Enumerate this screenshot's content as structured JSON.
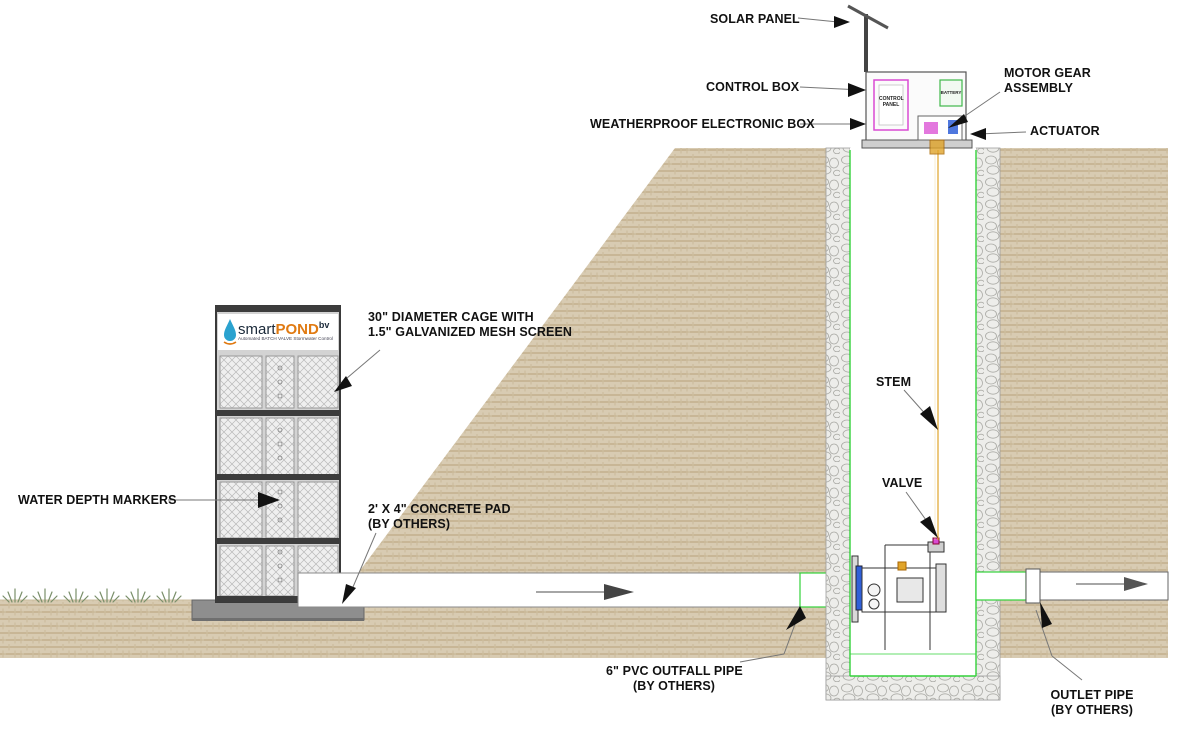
{
  "labels": {
    "solar_panel": "SOLAR PANEL",
    "control_box": "CONTROL BOX",
    "weatherproof_box": "WEATHERPROOF ELECTRONIC BOX",
    "motor_gear": [
      "MOTOR GEAR",
      "ASSEMBLY"
    ],
    "actuator": "ACTUATOR",
    "cage": [
      "30\" DIAMETER CAGE WITH",
      "1.5\" GALVANIZED MESH SCREEN"
    ],
    "stem": "STEM",
    "valve": "VALVE",
    "water_depth": "WATER DEPTH MARKERS",
    "concrete_pad": [
      "2' X 4\" CONCRETE PAD",
      "(BY OTHERS)"
    ],
    "pvc_pipe": [
      "6\" PVC OUTFALL PIPE",
      "(BY OTHERS)"
    ],
    "outlet_pipe": [
      "OUTLET PIPE",
      "(BY OTHERS)"
    ]
  },
  "logo": {
    "brand_a": "smart",
    "brand_b": "POND",
    "brand_sup": "bv",
    "tagline": "Automated BATCH VALVE Stormwater Control"
  },
  "box_text": {
    "control_panel": [
      "CONTROL",
      "PANEL"
    ],
    "battery": "BATTERY"
  },
  "colors": {
    "soil": "#d8cbb2",
    "soil_stroke": "#bfae8c",
    "rock_fill": "#e9e9e6",
    "green_line": "#33d13a",
    "control_panel_magenta": "#d94bd3",
    "battery_green": "#3fb84a",
    "actuator_blue": "#2f5fd8",
    "valve_orange": "#e0a42a",
    "concrete": "#8e8e8e"
  }
}
